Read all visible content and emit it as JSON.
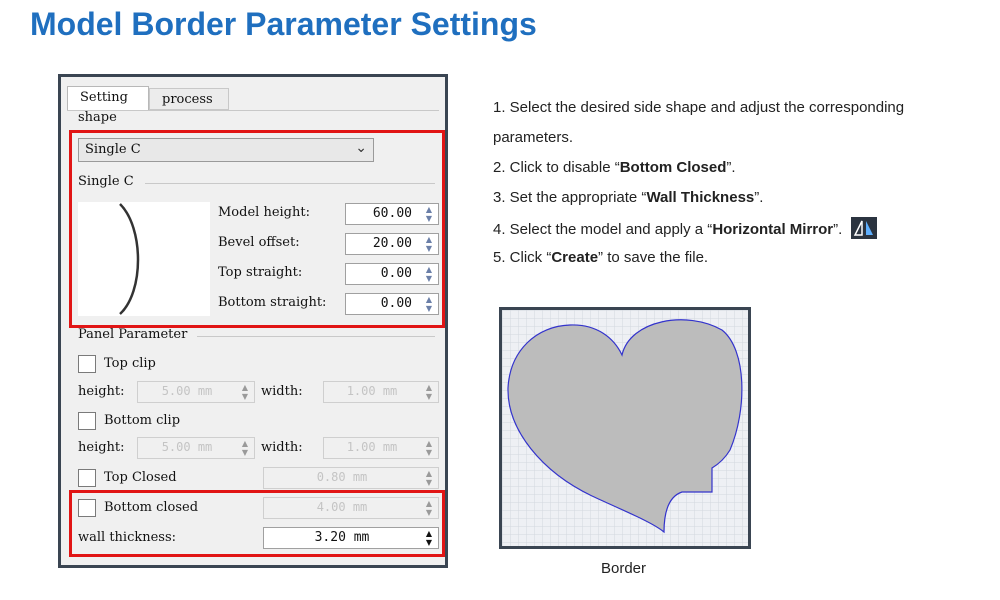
{
  "page": {
    "title": "Model Border Parameter Settings"
  },
  "dialog": {
    "tabs": [
      {
        "label": "Setting"
      },
      {
        "label": "process"
      }
    ],
    "shape_label": "shape",
    "shape_select": {
      "value": "Single C"
    },
    "single_c_group": "Single C",
    "fields": [
      {
        "label": "Model height:",
        "value": "60.00"
      },
      {
        "label": "Bevel offset:",
        "value": "20.00"
      },
      {
        "label": "Top straight:",
        "value": "0.00"
      },
      {
        "label": "Bottom straight:",
        "value": "0.00"
      }
    ],
    "panel_group": "Panel Parameter",
    "top_clip": {
      "label": "Top clip",
      "height_label": "height:",
      "height_value": "5.00 mm",
      "width_label": "width:",
      "width_value": "1.00 mm"
    },
    "bottom_clip": {
      "label": "Bottom clip",
      "height_label": "height:",
      "height_value": "5.00 mm",
      "width_label": "width:",
      "width_value": "1.00 mm"
    },
    "top_closed": {
      "label": "Top Closed",
      "value": "0.80 mm"
    },
    "bottom_closed": {
      "label": "Bottom closed",
      "value": "4.00 mm"
    },
    "wall_thickness": {
      "label": "wall thickness:",
      "value": "3.20 mm"
    }
  },
  "instructions": {
    "step1_line1": "1. Select the desired side shape and adjust the corresponding",
    "step1_line2": "parameters.",
    "step2_pre": "2. Click to disable “",
    "step2_bold": "Bottom Closed",
    "step2_post": "”.",
    "step3_pre": "3. Set the appropriate “",
    "step3_bold": "Wall Thickness",
    "step3_post": "”.",
    "step4_pre": "4. Select the model and apply a “",
    "step4_bold": "Horizontal Mirror",
    "step4_post": "”.",
    "step5_pre": "5. Click “",
    "step5_bold": "Create",
    "step5_post": "” to save the file."
  },
  "preview": {
    "caption": "Border"
  },
  "colors": {
    "title": "#1f6fbf",
    "highlight": "#e11515",
    "frame": "#3a4552",
    "shape_fill": "#bdbdbd",
    "shape_outline": "#3333cc"
  }
}
